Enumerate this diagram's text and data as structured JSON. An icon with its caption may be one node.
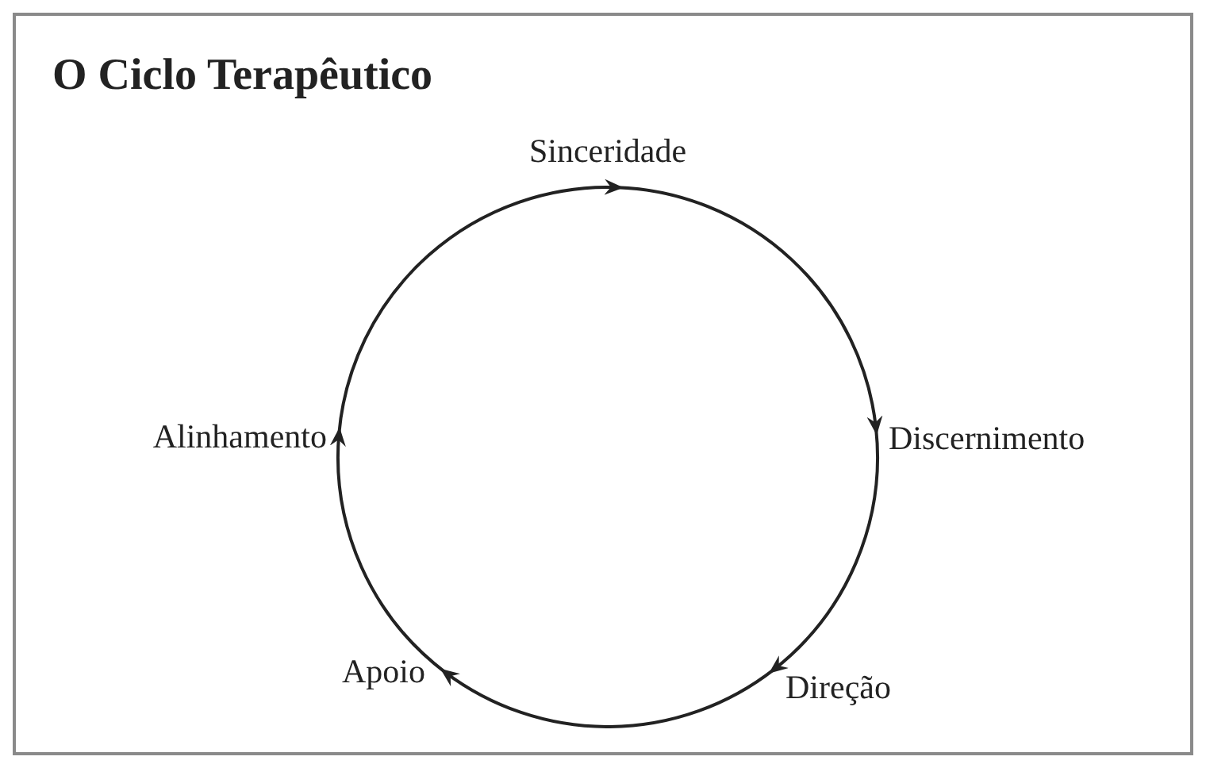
{
  "diagram": {
    "title": "O Ciclo Terapêutico",
    "nodes": [
      {
        "text": [
          "Sinceridade"
        ]
      },
      {
        "text": [
          "Discernimento"
        ]
      },
      {
        "text": [
          "Direção"
        ]
      },
      {
        "text": [
          "Apoio"
        ]
      },
      {
        "text": [
          "Alinhamento"
        ]
      }
    ],
    "edges": [
      {
        "from": 0,
        "to": 1,
        "arrow": "to"
      },
      {
        "from": 1,
        "to": 2,
        "arrow": "to"
      },
      {
        "from": 2,
        "to": 3,
        "arrow": "to"
      },
      {
        "from": 3,
        "to": 4,
        "arrow": "to"
      },
      {
        "from": 4,
        "to": 0,
        "arrow": "to"
      }
    ]
  }
}
